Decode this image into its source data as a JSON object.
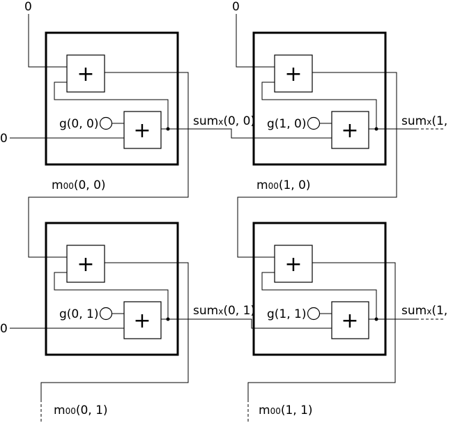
{
  "diagram": {
    "inputs": {
      "top_left": "0",
      "top_right": "0",
      "left_row0": "0",
      "left_row1": "0"
    },
    "adder_symbol": "+",
    "cells": [
      {
        "g": {
          "main": "g",
          "args": "(0, 0)"
        },
        "sum": {
          "main": "sum",
          "sub": "x",
          "args": "(0, 0)"
        },
        "m": {
          "main": "m",
          "sub": "00",
          "args": "(0, 0)"
        }
      },
      {
        "g": {
          "main": "g",
          "args": "(1, 0)"
        },
        "sum": {
          "main": "sum",
          "sub": "x",
          "args": "(1,"
        },
        "m": {
          "main": "m",
          "sub": "00",
          "args": "(1, 0)"
        }
      },
      {
        "g": {
          "main": "g",
          "args": "(0, 1)"
        },
        "sum": {
          "main": "sum",
          "sub": "x",
          "args": "(0, 1)"
        },
        "m": {
          "main": "m",
          "sub": "00",
          "args": "(0, 1)"
        }
      },
      {
        "g": {
          "main": "g",
          "args": "(1, 1)"
        },
        "sum": {
          "main": "sum",
          "sub": "x",
          "args": "(1,"
        },
        "m": {
          "main": "m",
          "sub": "00",
          "args": "(1, 1)"
        }
      }
    ]
  }
}
